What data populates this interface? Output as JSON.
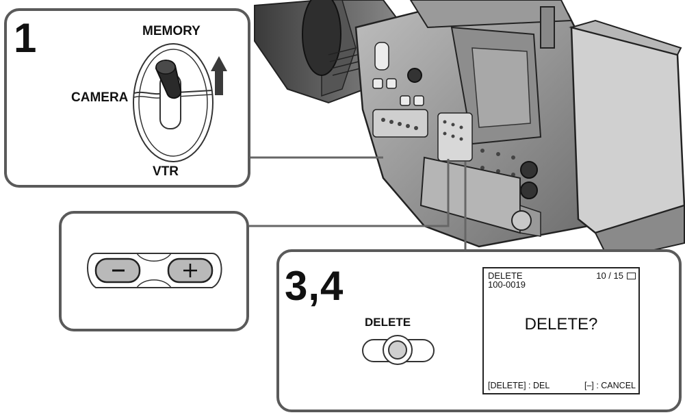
{
  "step_1": {
    "number": "1",
    "switch_labels": {
      "top": "MEMORY",
      "left": "CAMERA",
      "bottom": "VTR"
    }
  },
  "step_2": {
    "minus": "−",
    "plus": "+"
  },
  "step_3_4": {
    "number": "3,4",
    "button_label": "DELETE",
    "screen": {
      "title": "DELETE",
      "file": "100-0019",
      "count": "10 / 15",
      "prompt": "DELETE?",
      "left_hint": "[DELETE] : DEL",
      "right_hint": "[–] : CANCEL"
    }
  }
}
